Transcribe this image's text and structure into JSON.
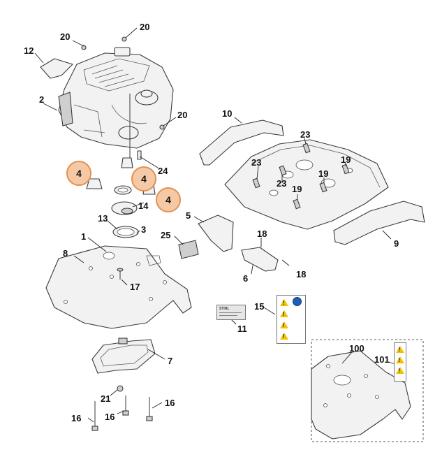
{
  "diagram": {
    "callouts": {
      "n20a": "20",
      "n20b": "20",
      "n20c": "20",
      "n12": "12",
      "n2": "2",
      "n10": "10",
      "n23a": "23",
      "n23b": "23",
      "n23c": "23",
      "n19a": "19",
      "n19b": "19",
      "n19c": "19",
      "n24": "24",
      "n14": "14",
      "n13": "13",
      "n3": "3",
      "n5": "5",
      "n25": "25",
      "n18a": "18",
      "n18b": "18",
      "n1": "1",
      "n8": "8",
      "n17": "17",
      "n6": "6",
      "n9": "9",
      "n15": "15",
      "n11": "11",
      "n7": "7",
      "n21": "21",
      "n16a": "16",
      "n16b": "16",
      "n16c": "16",
      "n100": "100",
      "n101": "101"
    },
    "highlighted": {
      "h1": "4",
      "h2": "4",
      "h3": "4"
    },
    "label_text": "STIHL",
    "accent_color": "#e2914f",
    "warning_color": "#f2c200",
    "info_color": "#1f5fb6"
  }
}
